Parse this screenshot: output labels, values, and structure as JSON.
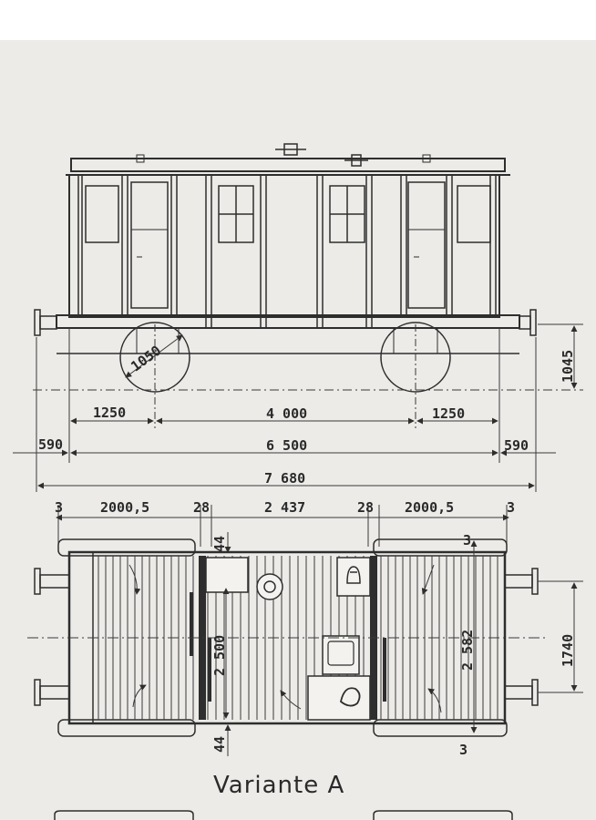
{
  "dimensions": {
    "wheel_diameter": "1050",
    "height_1045": "1045",
    "overhang_left": "1250",
    "wheelbase": "4 000",
    "overhang_right": "1250",
    "buffer_left": "590",
    "body_length": "6 500",
    "buffer_right": "590",
    "total_length": "7 680",
    "wall_left": "3",
    "section_left": "2000,5",
    "partition_left": "28",
    "section_middle": "2 437",
    "partition_right": "28",
    "section_right": "2000,5",
    "wall_right": "3",
    "gap_top": "44",
    "gap_bottom": "44",
    "inner_width": "2 500",
    "outer_width": "2 582",
    "buffer_spacing": "1740",
    "wall_bottom_right": "3"
  },
  "caption": "Variante A",
  "colors": {
    "ink": "#2e2e2e",
    "paper": "#ecebe8"
  }
}
